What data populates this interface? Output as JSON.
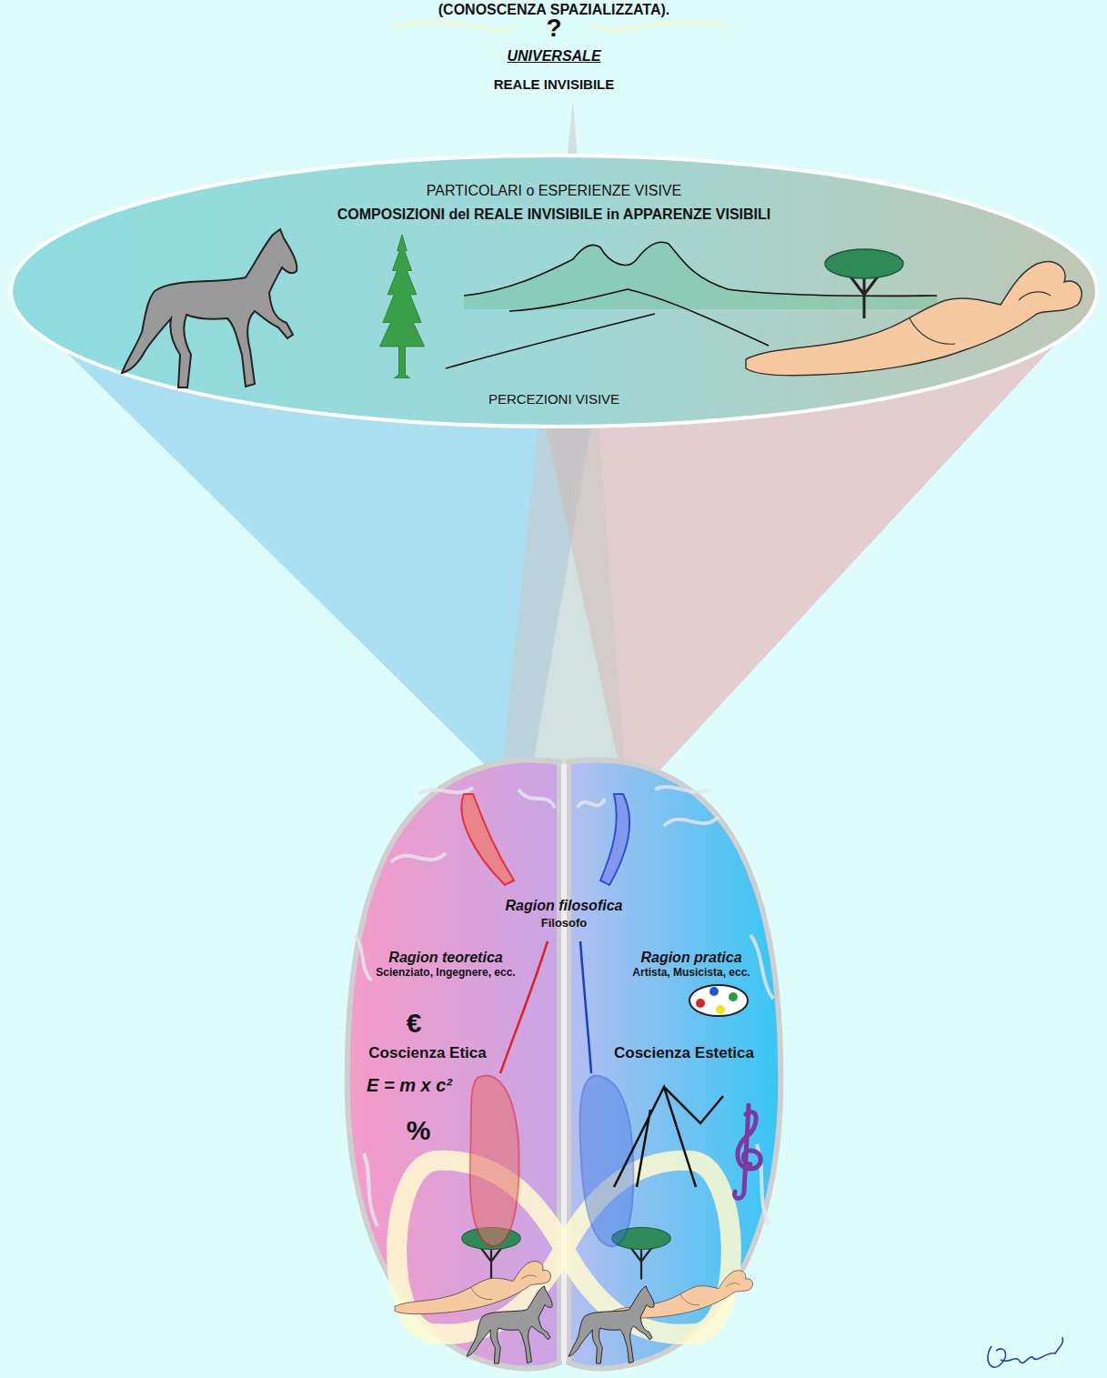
{
  "diagram": {
    "nodes": [
      {
        "text": [
          "PARTICOLARI o ESPERIENZE VISIVE",
          "COMPOSIZIONI del REALE INVISIBILE in APPARENZE VISIBILI",
          "PERCEZIONI VISIVE"
        ]
      },
      {
        "text": [
          "Ragion filosofica",
          "Filosofo"
        ]
      },
      {
        "text": [
          "Ragion teoretica",
          "Scienziato, Ingegnere, ecc.",
          "€",
          "Coscienza Etica",
          "E = m x c²",
          "%"
        ],
        "in": 1
      },
      {
        "text": [
          "Ragion pratica",
          "Artista, Musicista, ecc.",
          "Coscienza Estetica"
        ],
        "in": 1
      }
    ],
    "labels": [
      "(CONOSCENZA SPAZIALIZZATA).",
      "?",
      "UNIVERSALE",
      "REALE INVISIBILE"
    ]
  }
}
